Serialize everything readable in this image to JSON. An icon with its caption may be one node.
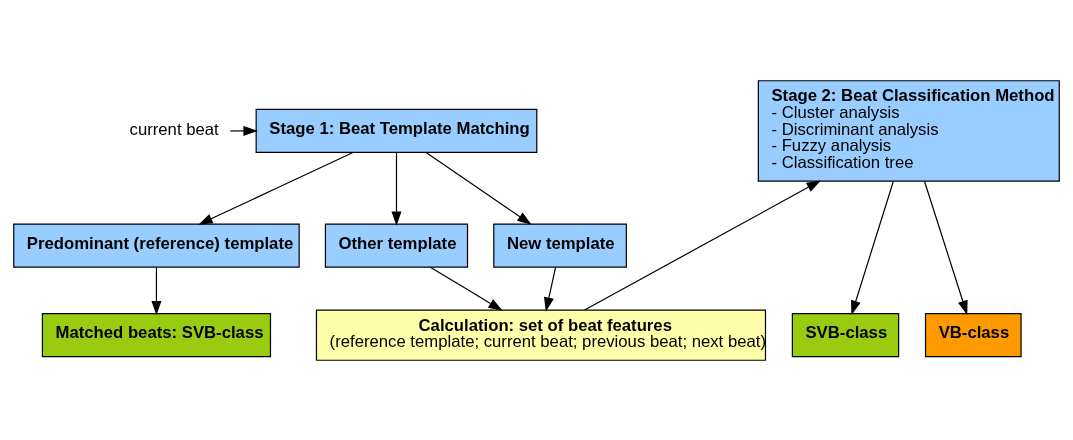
{
  "diagram": {
    "nodes": [
      {
        "text": [
          "current beat"
        ]
      },
      {
        "text": [
          "Stage 1: Beat Template Matching"
        ]
      },
      {
        "text": [
          "Predominant (reference) template"
        ]
      },
      {
        "text": [
          "Other template"
        ]
      },
      {
        "text": [
          "New template"
        ]
      },
      {
        "text": [
          "Matched beats: SVB-class"
        ]
      },
      {
        "text": [
          "Calculation: set of beat features",
          "(reference template; current beat; previous beat; next beat)"
        ]
      },
      {
        "text": [
          "Stage 2: Beat Classification Method",
          "- Cluster analysis",
          "- Discriminant analysis",
          "- Fuzzy analysis",
          "- Classification tree"
        ]
      },
      {
        "text": [
          "SVB-class"
        ]
      },
      {
        "text": [
          "VB-class"
        ]
      }
    ],
    "edges": [
      {
        "from": 0,
        "to": 1,
        "arrow": "to"
      },
      {
        "from": 1,
        "to": 2,
        "arrow": "to"
      },
      {
        "from": 1,
        "to": 3,
        "arrow": "to"
      },
      {
        "from": 1,
        "to": 4,
        "arrow": "to"
      },
      {
        "from": 2,
        "to": 5,
        "arrow": "to"
      },
      {
        "from": 3,
        "to": 6,
        "arrow": "to"
      },
      {
        "from": 4,
        "to": 6,
        "arrow": "to"
      },
      {
        "from": 6,
        "to": 7,
        "arrow": "to"
      },
      {
        "from": 7,
        "to": 8,
        "arrow": "to"
      },
      {
        "from": 7,
        "to": 9,
        "arrow": "to"
      }
    ]
  }
}
